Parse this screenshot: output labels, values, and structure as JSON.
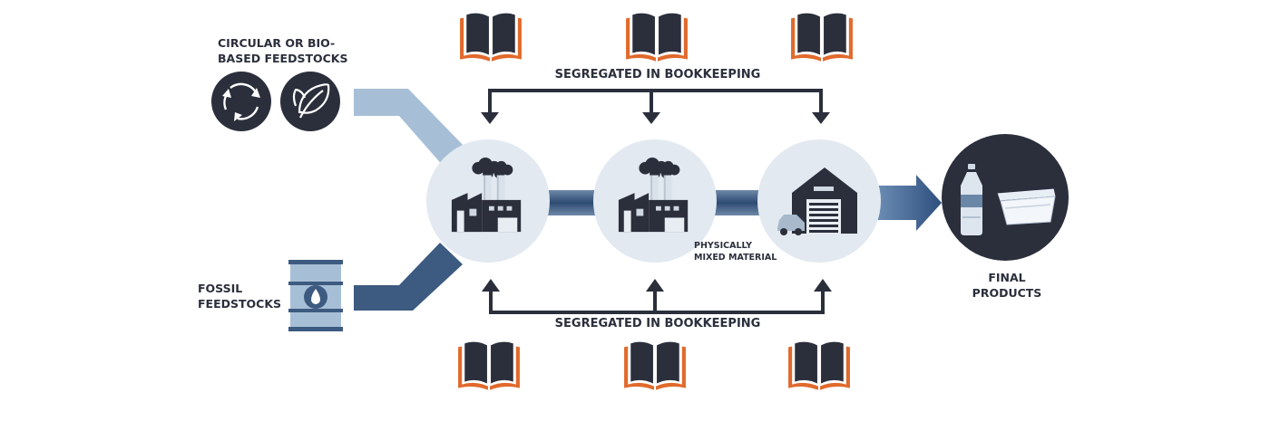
{
  "labels": {
    "circular_line1": "CIRCULAR OR BIO-",
    "circular_line2": "BASED FEEDSTOCKS",
    "fossil_line1": "FOSSIL",
    "fossil_line2": "FEEDSTOCKS",
    "segregated_top": "SEGREGATED IN BOOKKEEPING",
    "segregated_bottom": "SEGREGATED IN BOOKKEEPING",
    "mixed_line1": "PHYSICALLY",
    "mixed_line2": "MIXED MATERIAL",
    "final_line1": "FINAL",
    "final_line2": "PRODUCTS"
  },
  "colors": {
    "dark": "#2b2f3c",
    "navy_flow": "#3d5a80",
    "light_flow": "#a7bfd6",
    "circle_bg": "#e2e9f1",
    "book_accent": "#e06a2c"
  },
  "icons": {
    "recycle": "recycle-icon",
    "leaf": "leaf-icon",
    "barrel": "oil-barrel-icon",
    "factory": "factory-icon",
    "warehouse": "warehouse-icon",
    "book": "ledger-book-icon",
    "products": "bottle-and-container-icon"
  }
}
